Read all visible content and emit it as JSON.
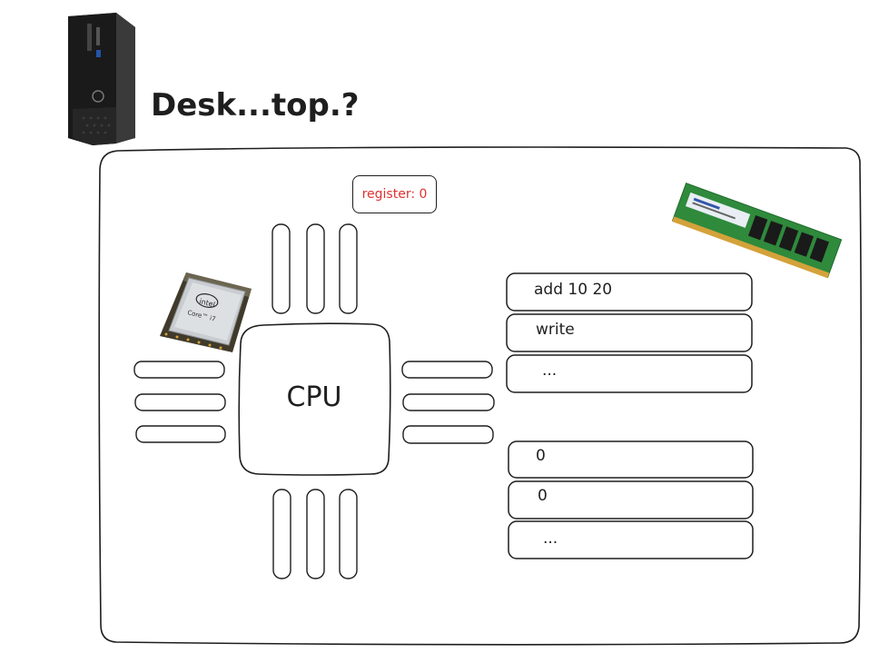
{
  "diagram": {
    "title": "Desk...top.?",
    "register_label": "register: 0",
    "cpu_label": "CPU",
    "chip_brand": "intel",
    "chip_model": "Core™ i7",
    "instruction_slots": [
      "add 10 20",
      "write",
      "..."
    ],
    "data_slots": [
      "0",
      "0",
      "..."
    ],
    "images": [
      "desktop-tower",
      "cpu-chip",
      "ram-stick"
    ],
    "colors": {
      "stroke": "#1e1e1e",
      "register_text": "#e03131",
      "ram_pcb": "#2f8a3c",
      "ram_chip": "#1a1a1a",
      "gold": "#d4a23a"
    }
  }
}
